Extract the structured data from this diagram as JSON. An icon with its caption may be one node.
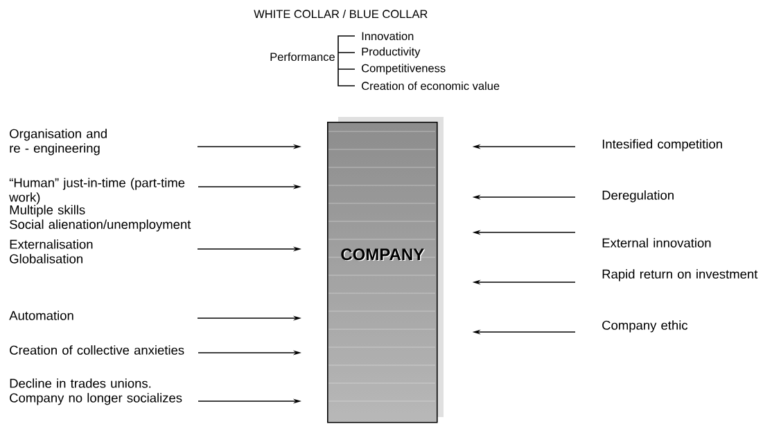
{
  "diagram": {
    "nodes": [
      {
        "text": [
          "Organisation and re - engineering"
        ]
      },
      {
        "text": [
          "“Human” just-in-time (part-time work)",
          "Multiple skills",
          "Social alienation/unemployment"
        ]
      },
      {
        "text": [
          "Externalisation",
          "Globalisation"
        ]
      },
      {
        "text": [
          "Automation"
        ]
      },
      {
        "text": [
          "Creation of collective anxieties"
        ]
      },
      {
        "text": [
          "Decline in trades unions. Company no longer socializes"
        ]
      },
      {
        "text": [
          "COMPANY"
        ]
      },
      {
        "text": [
          "Intesified competition"
        ]
      },
      {
        "text": [
          "Deregulation"
        ]
      },
      {
        "text": [
          "External innovation"
        ]
      },
      {
        "text": [
          "Rapid return on investment"
        ]
      },
      {
        "text": [
          "Company ethic"
        ]
      }
    ],
    "edges": [
      {
        "from": null,
        "to": 6,
        "arrow": "to"
      },
      {
        "from": 1,
        "to": 6,
        "arrow": "to"
      },
      {
        "from": null,
        "to": 6,
        "arrow": "to"
      },
      {
        "from": null,
        "to": 6,
        "arrow": "to"
      },
      {
        "from": 4,
        "to": 6,
        "arrow": "to"
      },
      {
        "from": 5,
        "to": 6,
        "arrow": "to"
      },
      {
        "from": 7,
        "to": 6,
        "arrow": "to"
      },
      {
        "from": 8,
        "to": 6,
        "arrow": "to"
      },
      {
        "from": 9,
        "to": 6,
        "arrow": "to"
      },
      {
        "from": 10,
        "to": 6,
        "arrow": "to"
      },
      {
        "from": 11,
        "to": 6,
        "arrow": "to"
      }
    ],
    "labels": [
      "WHITE COLLAR / BLUE COLLAR",
      "Innovation",
      "Performance",
      "Productivity",
      "Competitiveness",
      "Creation of economic value"
    ]
  }
}
